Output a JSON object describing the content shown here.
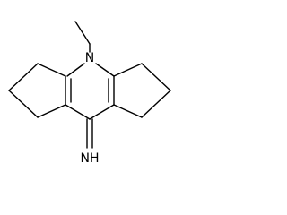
{
  "molecule": {
    "atoms": [
      {
        "id": "N1",
        "label": "N"
      },
      {
        "id": "NH",
        "label": "NH"
      }
    ],
    "colors": {
      "stroke": "#000000",
      "background": "#ffffff"
    }
  }
}
